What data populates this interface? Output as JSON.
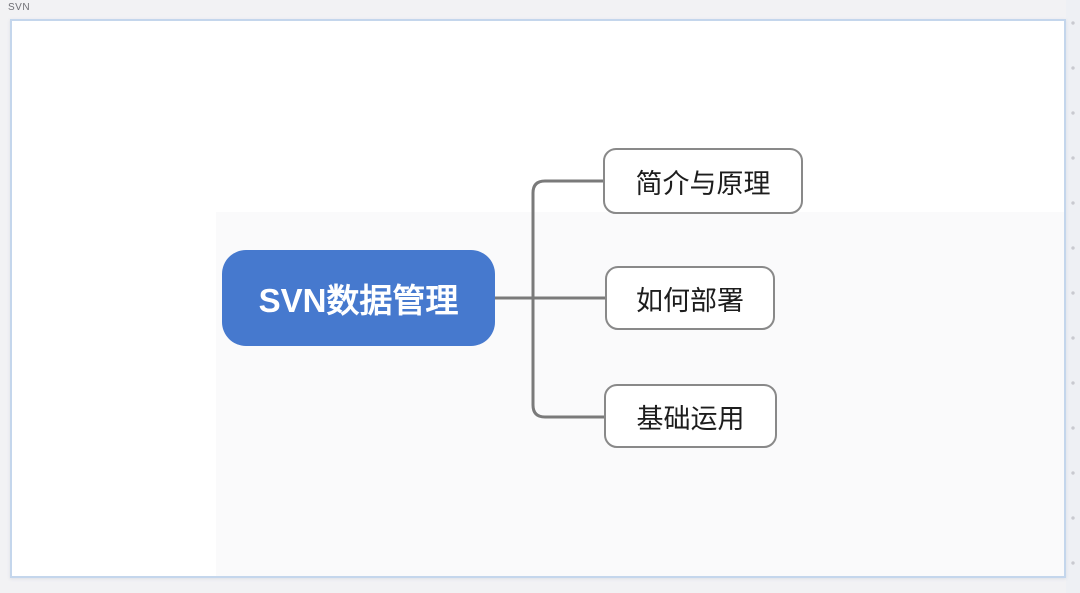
{
  "window": {
    "title": "SVN"
  },
  "mindmap": {
    "root": {
      "label": "SVN数据管理",
      "bg_color": "#4679ce",
      "text_color": "#ffffff"
    },
    "children": [
      {
        "label": "简介与原理"
      },
      {
        "label": "如何部署"
      },
      {
        "label": "基础运用"
      }
    ],
    "colors": {
      "connector": "#7a7a7a",
      "child_border": "#898989",
      "child_text": "#1d1d1d",
      "canvas_border": "#c4d6ec"
    }
  }
}
